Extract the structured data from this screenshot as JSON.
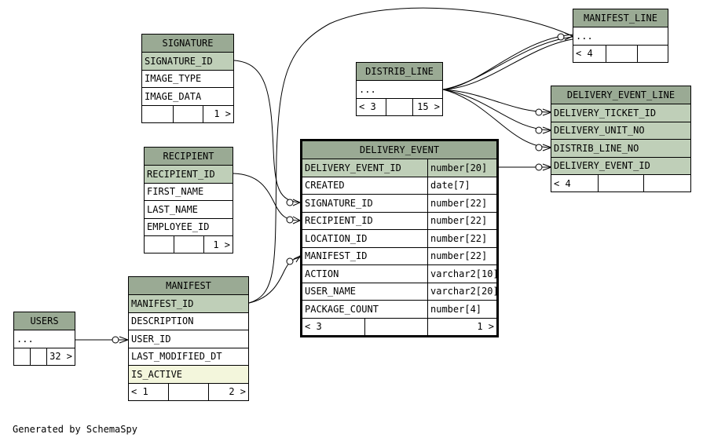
{
  "tables": {
    "signature": {
      "name": "SIGNATURE",
      "columns": [
        "SIGNATURE_ID",
        "IMAGE_TYPE",
        "IMAGE_DATA"
      ],
      "footer": [
        "",
        "",
        "1 >"
      ]
    },
    "recipient": {
      "name": "RECIPIENT",
      "columns": [
        "RECIPIENT_ID",
        "FIRST_NAME",
        "LAST_NAME",
        "EMPLOYEE_ID"
      ],
      "footer": [
        "",
        "",
        "1 >"
      ]
    },
    "manifest": {
      "name": "MANIFEST",
      "columns": [
        "MANIFEST_ID",
        "DESCRIPTION",
        "USER_ID",
        "LAST_MODIFIED_DT",
        "IS_ACTIVE"
      ],
      "footer": [
        "< 1",
        "",
        "2 >"
      ]
    },
    "users": {
      "name": "USERS",
      "columns": [
        "..."
      ],
      "footer": [
        "",
        "",
        "32 >"
      ]
    },
    "distrib_line": {
      "name": "DISTRIB_LINE",
      "columns": [
        "..."
      ],
      "footer": [
        "< 3",
        "",
        "15 >"
      ]
    },
    "manifest_line": {
      "name": "MANIFEST_LINE",
      "columns": [
        "..."
      ],
      "footer": [
        "< 4",
        "",
        ""
      ]
    },
    "delivery_event_line": {
      "name": "DELIVERY_EVENT_LINE",
      "columns": [
        "DELIVERY_TICKET_ID",
        "DELIVERY_UNIT_NO",
        "DISTRIB_LINE_NO",
        "DELIVERY_EVENT_ID"
      ],
      "footer": [
        "< 4",
        "",
        ""
      ]
    },
    "delivery_event": {
      "name": "DELIVERY_EVENT",
      "columns": [
        {
          "name": "DELIVERY_EVENT_ID",
          "type": "number[20]"
        },
        {
          "name": "CREATED",
          "type": "date[7]"
        },
        {
          "name": "SIGNATURE_ID",
          "type": "number[22]"
        },
        {
          "name": "RECIPIENT_ID",
          "type": "number[22]"
        },
        {
          "name": "LOCATION_ID",
          "type": "number[22]"
        },
        {
          "name": "MANIFEST_ID",
          "type": "number[22]"
        },
        {
          "name": "ACTION",
          "type": "varchar2[10]"
        },
        {
          "name": "USER_NAME",
          "type": "varchar2[20]"
        },
        {
          "name": "PACKAGE_COUNT",
          "type": "number[4]"
        }
      ],
      "footer": [
        "< 3",
        "",
        "1 >"
      ]
    }
  },
  "caption": "Generated by SchemaSpy",
  "colors": {
    "header": "#9aaa94",
    "primary_key": "#bfcfb8",
    "highlight": "#f3f6dc"
  }
}
